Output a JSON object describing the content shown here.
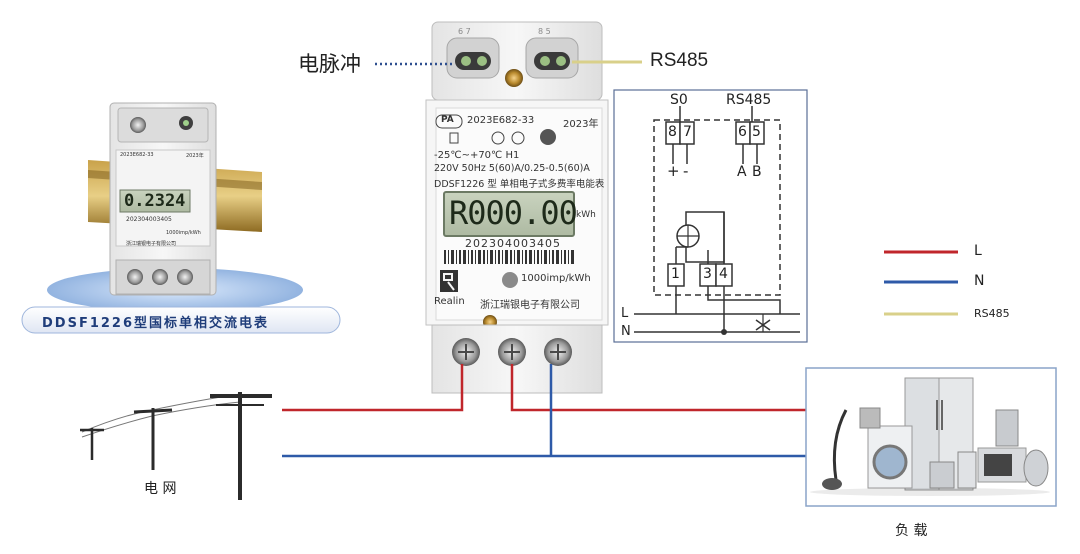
{
  "labels": {
    "pulse": "电脉冲",
    "rs485_top": "RS485",
    "grid": "电  网",
    "load": "负  载"
  },
  "badge": {
    "text": "DDSF1226型国标单相交流电表"
  },
  "meter": {
    "cert_badge": "PA",
    "cert_code": "2023E682-33",
    "year": "2023年",
    "temp": "-25℃~+70℃  H1",
    "spec": "220V 50Hz 5(60)A/0.25-0.5(60)A",
    "model": "DDSF1226 型 单相电子式多费率电能表",
    "display": "R000.00",
    "unit": "kWh",
    "serial": "202304003405",
    "imp": "1000imp/kWh",
    "brand": "Realin",
    "company": "浙江瑞银电子有限公司",
    "term_left": "6  7",
    "term_right": "8  5"
  },
  "small_meter": {
    "display": "0.2324",
    "cert_code": "2023E682-33",
    "year": "2023年",
    "serial": "202304003405",
    "company": "浙江瑞银电子有限公司",
    "imp": "1000imp/kWh"
  },
  "schematic": {
    "s0": "S0",
    "rs485": "RS485",
    "t8": "8",
    "t7": "7",
    "t6": "6",
    "t5": "5",
    "plus": "+",
    "minus": "-",
    "a": "A",
    "b": "B",
    "t1": "1",
    "t3": "3",
    "t4": "4",
    "L": "L",
    "N": "N"
  },
  "legend": [
    {
      "label": "L",
      "color": "#c0262b"
    },
    {
      "label": "N",
      "color": "#2e5aa8"
    },
    {
      "label": "RS485",
      "color": "#d9d08a"
    }
  ],
  "colors": {
    "live": "#c0262b",
    "neutral": "#2e5aa8",
    "rs485": "#d9d08a",
    "pulse": "#2e4f8f"
  }
}
